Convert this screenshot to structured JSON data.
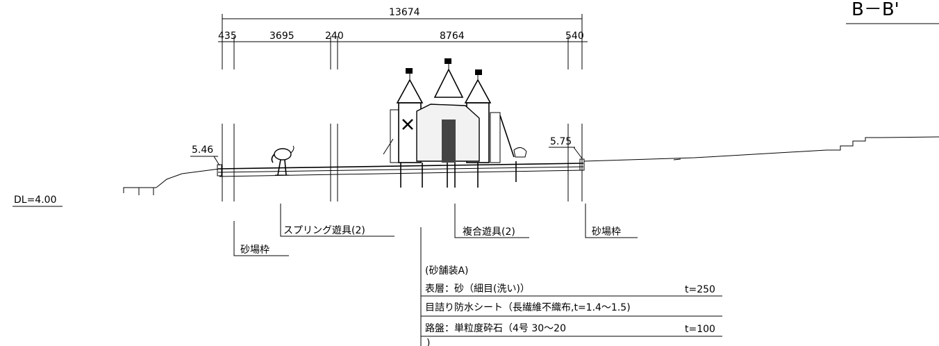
{
  "section_title": "B－B'",
  "dimensions": {
    "total": "13674",
    "segments": [
      "435",
      "3695",
      "240",
      "8764",
      "540"
    ]
  },
  "elevations": {
    "left": "5.46",
    "right": "5.75",
    "datum": "DL=4.00"
  },
  "callouts": {
    "spring_play": "スプリング遊具(2)",
    "sandbox_frame_left": "砂場枠",
    "combo_play": "複合遊具(2)",
    "sandbox_frame_right": "砂場枠"
  },
  "pavement": {
    "heading": "(砂舗装A)",
    "rows": [
      {
        "text": "表層：砂（細目(洗い)）",
        "thickness": "t=250"
      },
      {
        "text": "目詰り防水シート（長繊維不織布,t=1.4～1.5)",
        "thickness": ""
      },
      {
        "text": "路盤：単粒度砕石（4号 30～20",
        "thickness": "t=100"
      }
    ],
    "trailing": ")"
  }
}
